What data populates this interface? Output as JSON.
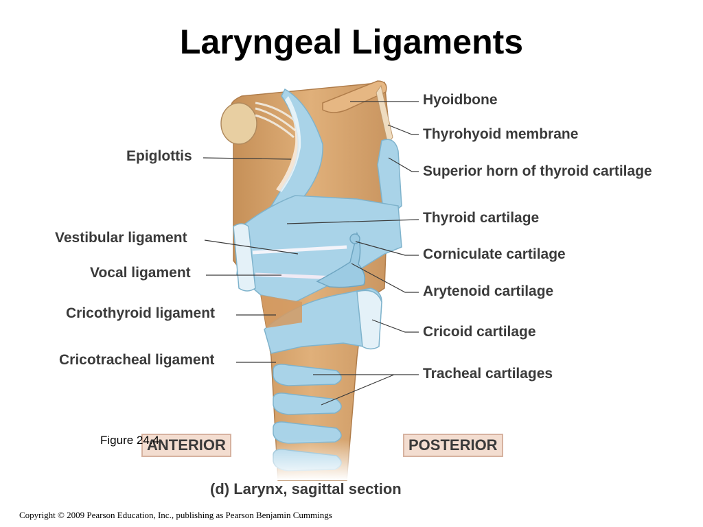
{
  "title": "Laryngeal Ligaments",
  "labels_right": [
    "Hyoidbone",
    "Thyrohyoid membrane",
    "Superior horn of thyroid cartilage",
    "Thyroid cartilage",
    "Corniculate cartilage",
    "Arytenoid cartilage",
    "Cricoid cartilage",
    "Tracheal cartilages"
  ],
  "labels_left": [
    "Epiglottis",
    "Vestibular ligament",
    "Vocal ligament",
    "Cricothyroid ligament",
    "Cricotracheal ligament"
  ],
  "orientation": {
    "anterior": "ANTERIOR",
    "posterior": "POSTERIOR"
  },
  "figure_ref": "Figure 24.4",
  "caption": "(d)  Larynx, sagittal section",
  "copyright": "Copyright © 2009 Pearson Education, Inc., publishing as Pearson Benjamin Cummings",
  "colors": {
    "cartilage": "#a9d3e8",
    "cartilage_edge": "#7fb3cc",
    "tissue": "#d9a46c",
    "tissue_dark": "#c08a55",
    "leader": "#3a3a3a"
  }
}
